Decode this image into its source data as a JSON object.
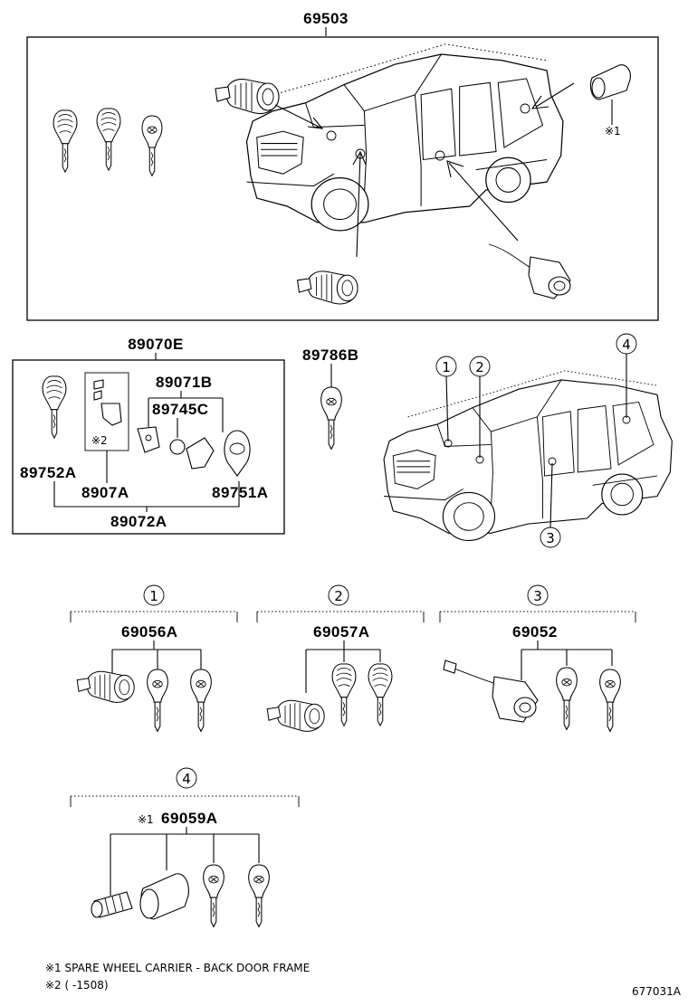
{
  "parts": {
    "p69503": "69503",
    "p89070E": "89070E",
    "p89071B": "89071B",
    "p89745C": "89745C",
    "p89752A": "89752A",
    "p8907A": "8907A",
    "p89751A": "89751A",
    "p89072A": "89072A",
    "p89786B": "89786B",
    "p69056A": "69056A",
    "p69057A": "69057A",
    "p69052": "69052",
    "p69059A": "69059A"
  },
  "markers": {
    "m1": "※1",
    "m2": "※2"
  },
  "circles": {
    "c1": "1",
    "c2": "2",
    "c3": "3",
    "c4": "4"
  },
  "notes": {
    "note1": "※1 SPARE WHEEL CARRIER - BACK DOOR FRAME",
    "note2": "※2 (      -1508)"
  },
  "figure_id": "677031A"
}
